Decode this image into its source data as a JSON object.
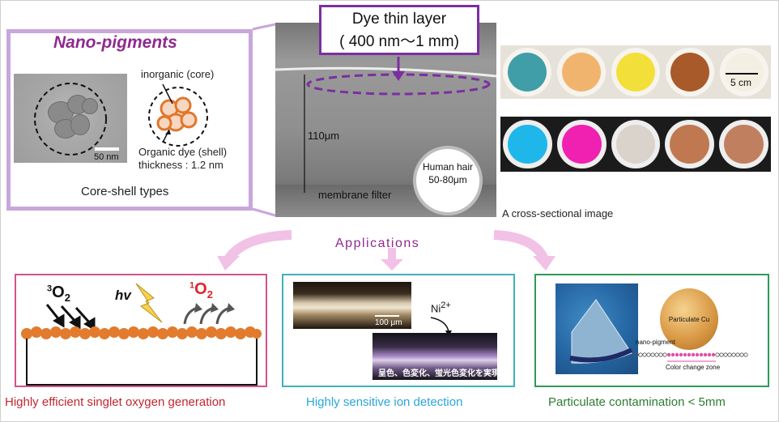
{
  "nano": {
    "title": "Nano-pigments",
    "scale": "50 nm",
    "core": "inorganic (core)",
    "shell_line1": "Organic dye (shell)",
    "shell_line2": "thickness : 1.2 nm",
    "type": "Core-shell types"
  },
  "cross": {
    "dye_title": "Dye thin layer",
    "dye_range": "( 400 nm〜1 mm)",
    "height": "110μm",
    "membrane": "membrane filter",
    "hair_line1": "Human hair",
    "hair_line2": "50-80μm",
    "caption": "A cross-sectional image",
    "scale": "5 cm"
  },
  "samples": {
    "row1_colors": [
      "#3f9ea8",
      "#f1b46f",
      "#f3df3a",
      "#a85a2b",
      "#f3efe2"
    ],
    "row2_colors": [
      "#1fb7ea",
      "#f021b0",
      "#d9d3cc",
      "#c07850",
      "#c08060"
    ]
  },
  "applications": "Applications",
  "singlet": {
    "o2_sup": "3",
    "o2_main": "O",
    "o2_sub": "2",
    "hv": "hv",
    "s_sup": "1",
    "s_main": "O",
    "s_sub": "2",
    "caption": "Highly efficient singlet oxygen generation"
  },
  "ion": {
    "scale": "100 μm",
    "ni": "Ni",
    "ni_sup": "2+",
    "jp_text": "呈色、色変化、蛍光色変化を実現",
    "caption": "Highly sensitive ion detection"
  },
  "particulate": {
    "cu": "Particulate Cu",
    "nanopigment": "nano-pigment",
    "zone": "Color change zone",
    "caption": "Particulate contamination < 5mm"
  },
  "colors": {
    "accent_purple": "#8e2a8f",
    "singlet_red": "#c2272d",
    "ion_blue": "#29a6d9",
    "particulate_green": "#2e7d32"
  }
}
